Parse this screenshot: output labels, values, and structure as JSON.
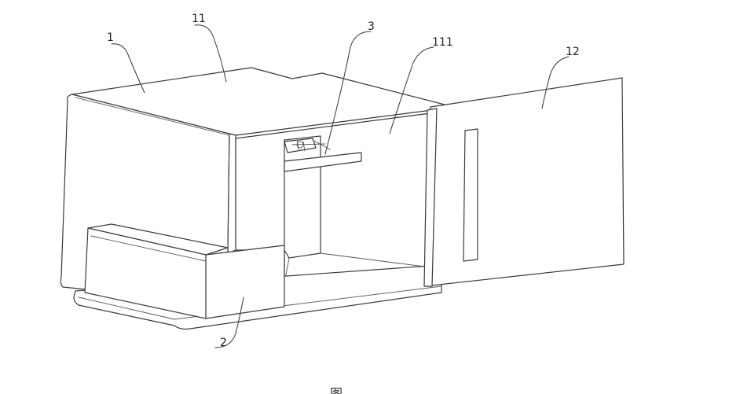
{
  "labels": {
    "body": "1",
    "top": "11",
    "opening": "111",
    "door": "12",
    "drawer": "2",
    "mechanism": "3"
  },
  "caption": "图"
}
